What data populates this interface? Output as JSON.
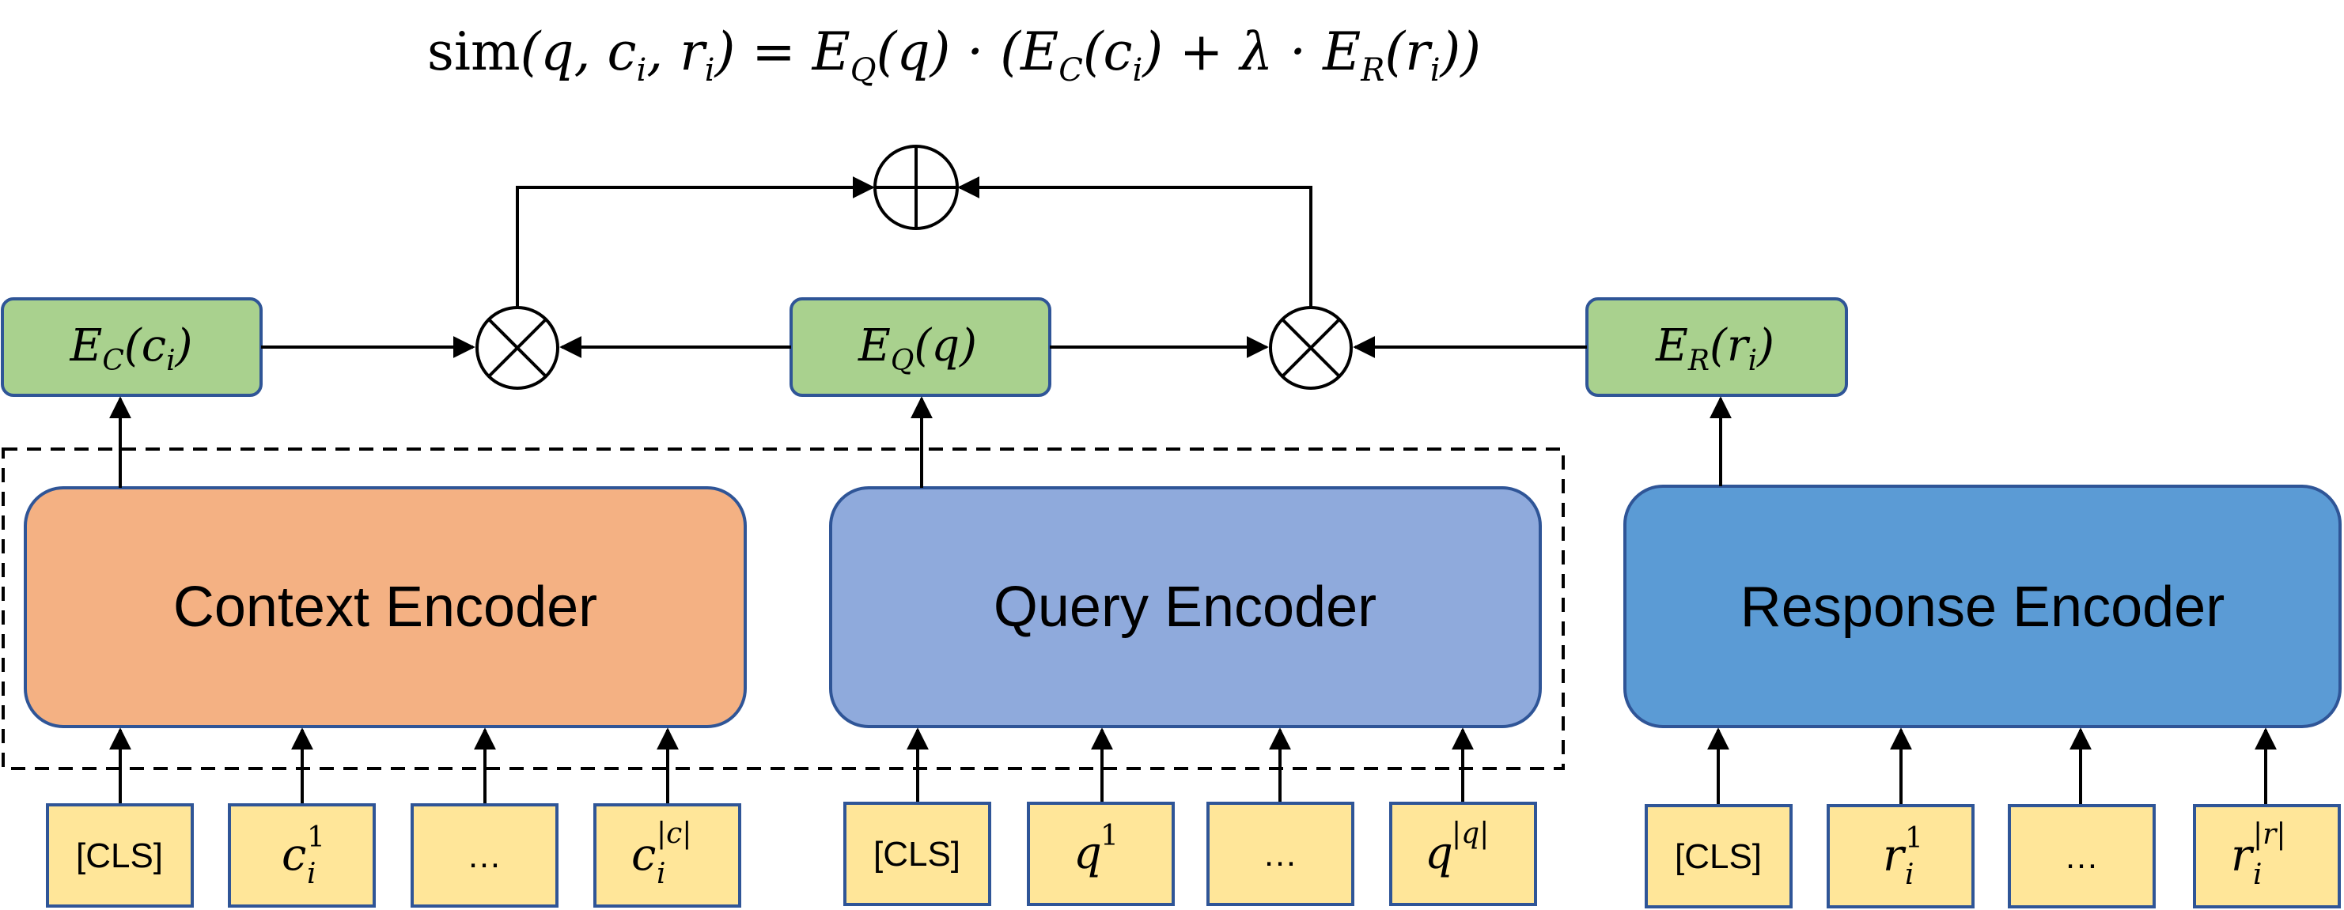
{
  "formula": {
    "sim": "sim",
    "args": "(q, c",
    "i1": "i",
    "comma_r": ", r",
    "i2": "i",
    "eq_open": ") = E",
    "Q": "Q",
    "q_dot": "(q) · (E",
    "C": "C",
    "c_paren": "(c",
    "i3": "i",
    "plus_lambda": ") + λ · E",
    "R": "R",
    "r_paren": "(r",
    "i4": "i",
    "close": "))"
  },
  "embeddings": {
    "context": {
      "E": "E",
      "sub": "C",
      "open": "(c",
      "idx": "i",
      "close": ")"
    },
    "query": {
      "E": "E",
      "sub": "Q",
      "rest": "(q)"
    },
    "response": {
      "E": "E",
      "sub": "R",
      "open": "(r",
      "idx": "i",
      "close": ")"
    }
  },
  "encoders": {
    "context": "Context Encoder",
    "query": "Query Encoder",
    "response": "Response Encoder"
  },
  "tokens": {
    "context": {
      "cls": "[CLS]",
      "t1_base": "c",
      "t1_sup": "1",
      "t1_sub": "i",
      "ellipsis": "…",
      "tn_base": "c",
      "tn_sup": "|c|",
      "tn_sub": "i"
    },
    "query": {
      "cls": "[CLS]",
      "t1_base": "q",
      "t1_sup": "1",
      "ellipsis": "…",
      "tn_base": "q",
      "tn_sup": "|q|"
    },
    "response": {
      "cls": "[CLS]",
      "t1_base": "r",
      "t1_sup": "1",
      "t1_sub": "i",
      "ellipsis": "…",
      "tn_base": "r",
      "tn_sup": "|r|",
      "tn_sub": "i"
    }
  },
  "colors": {
    "context_encoder": "#F4B183",
    "query_encoder": "#8FAADC",
    "response_encoder": "#5B9BD5",
    "embedding": "#A9D18E",
    "token": "#FFE699",
    "border": "#2F5597"
  }
}
